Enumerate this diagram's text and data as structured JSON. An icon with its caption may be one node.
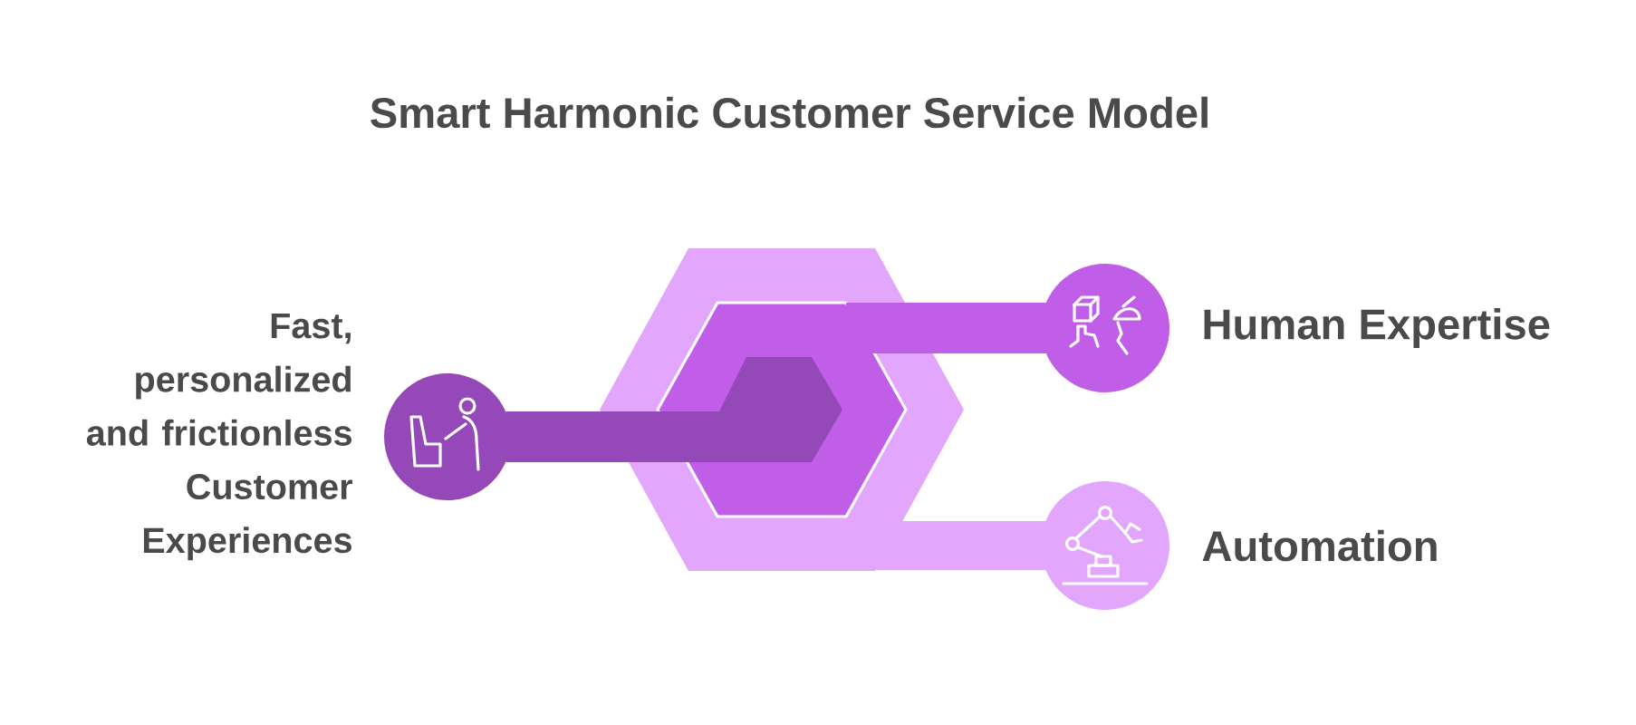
{
  "diagram": {
    "title": "Smart Harmonic Customer Service Model",
    "nodes": [
      {
        "text": [
          "Fast, personalized and frictionless Customer Experiences"
        ]
      },
      {
        "text": [],
        "shape": "hexagon"
      },
      {
        "text": [],
        "shape": "hexagon",
        "in": 1
      },
      {
        "text": [],
        "shape": "hexagon",
        "in": 2
      },
      {
        "text": [
          "Human Expertise"
        ]
      },
      {
        "text": [
          "Automation"
        ]
      }
    ],
    "edges": [
      {
        "from": 0,
        "to": 3,
        "arrow": "none",
        "color": "#9549b8"
      },
      {
        "from": 2,
        "to": 4,
        "arrow": "none",
        "color": "#c05ee8"
      },
      {
        "from": 1,
        "to": 5,
        "arrow": "none",
        "color": "#e2a6fc"
      }
    ]
  }
}
